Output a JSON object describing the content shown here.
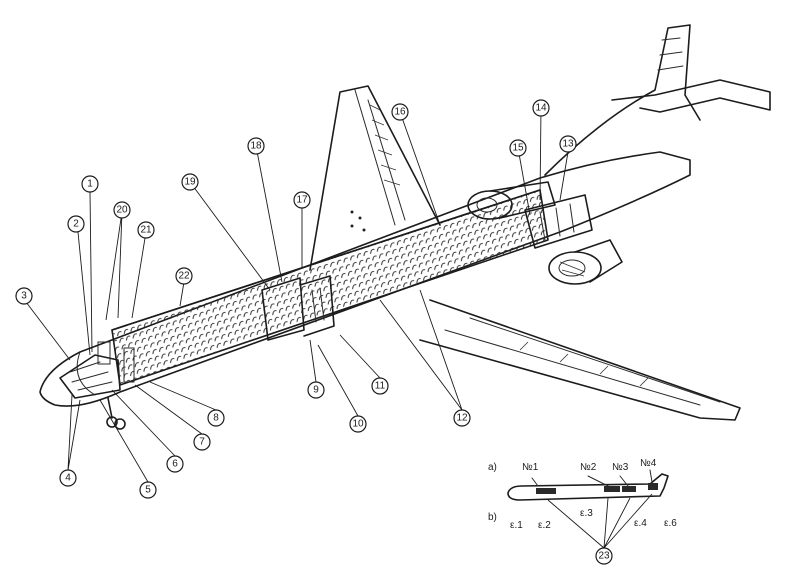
{
  "diagram": {
    "callouts": [
      "1",
      "2",
      "3",
      "4",
      "5",
      "6",
      "7",
      "8",
      "9",
      "10",
      "11",
      "12",
      "13",
      "14",
      "15",
      "16",
      "17",
      "18",
      "19",
      "20",
      "21",
      "22",
      "23"
    ],
    "inset": {
      "row_a": "a)",
      "row_b": "b)",
      "tank_labels": [
        "№1",
        "№2",
        "№3",
        "№4"
      ],
      "exit_labels": [
        "ε.1",
        "ε.2",
        "ε.3",
        "ε.4",
        "ε.6"
      ]
    }
  }
}
